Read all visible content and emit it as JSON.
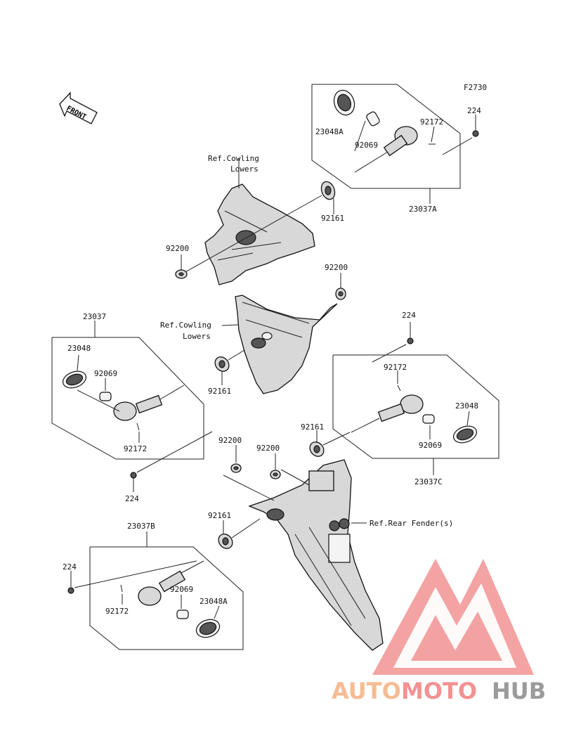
{
  "figure_code": "F2730",
  "front_label": "FRONT",
  "callouts": {
    "ref_cowling_1_line1": "Ref.Cowling",
    "ref_cowling_1_line2": "Lowers",
    "ref_cowling_2_line1": "Ref.Cowling",
    "ref_cowling_2_line2": "Lowers",
    "ref_rear_fender": "Ref.Rear Fender(s)"
  },
  "parts": {
    "a_23048A": "23048A",
    "a_92172": "92172",
    "a_92069": "92069",
    "a_224": "224",
    "a_92161": "92161",
    "a_23037A": "23037A",
    "a_92200_left": "92200",
    "a_92200_right": "92200",
    "b_23037": "23037",
    "b_23048": "23048",
    "b_92069": "92069",
    "b_92172": "92172",
    "b_224": "224",
    "b_92161": "92161",
    "c_224": "224",
    "c_92172": "92172",
    "c_23048": "23048",
    "c_92161": "92161",
    "c_92069": "92069",
    "c_23037C": "23037C",
    "r_92200_a": "92200",
    "r_92200_b": "92200",
    "d_92161": "92161",
    "d_23037B": "23037B",
    "d_224": "224",
    "d_92069": "92069",
    "d_23048A": "23048A",
    "d_92172": "92172"
  },
  "watermark": {
    "part1": "AUTO",
    "part2": "MOTO",
    "part3": "HUB",
    "color_orange": "#f5b183",
    "color_red": "#f08080",
    "color_gray": "#8a8a8a"
  }
}
